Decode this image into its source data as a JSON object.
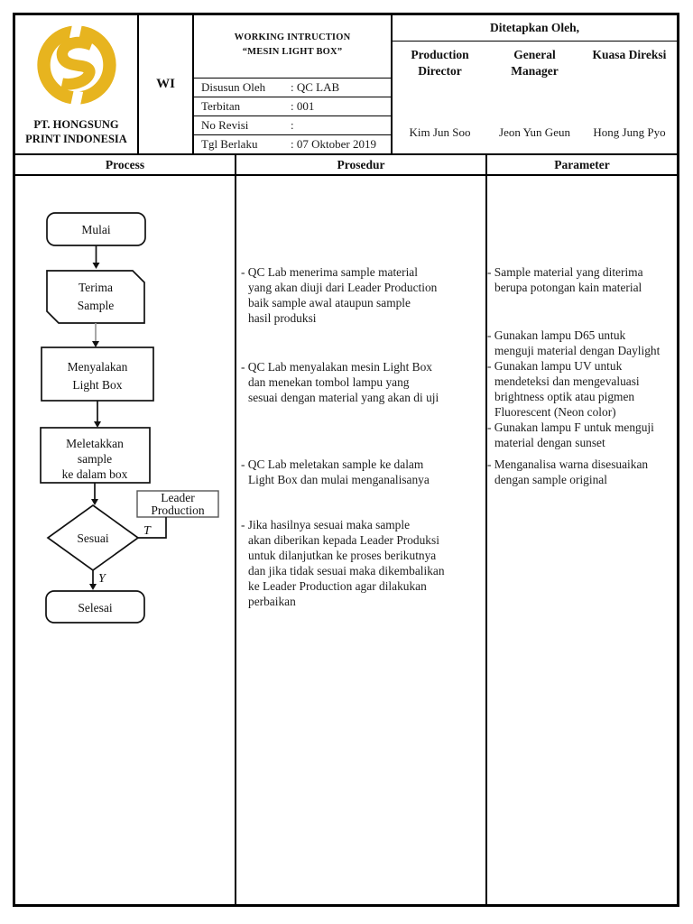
{
  "header": {
    "company_name": "PT. HONGSUNG\nPRINT INDONESIA",
    "logo_color": "#E7B41F",
    "doc_code": "WI",
    "title_line1": "WORKING INTRUCTION",
    "title_line2": "“MESIN LIGHT BOX”",
    "info_rows": [
      {
        "label": "Disusun Oleh",
        "value": ": QC LAB"
      },
      {
        "label": "Terbitan",
        "value": ": 001"
      },
      {
        "label": "No Revisi",
        "value": ":"
      },
      {
        "label": "Tgl Berlaku",
        "value": ": 07 Oktober 2019"
      }
    ],
    "approval_title": "Ditetapkan Oleh,",
    "approvers": [
      {
        "role": "Production Director",
        "name": "Kim Jun Soo"
      },
      {
        "role": "General Manager",
        "name": "Jeon Yun Geun"
      },
      {
        "role": "Kuasa Direksi",
        "name": "Hong Jung Pyo"
      }
    ]
  },
  "table_headers": {
    "col1": "Process",
    "col2": "Prosedur",
    "col3": "Parameter"
  },
  "flowchart": {
    "start": "Mulai",
    "receive": [
      "Terima",
      "Sample"
    ],
    "turn_on": [
      "Menyalakan",
      "Light Box"
    ],
    "place": [
      "Meletakkan",
      "sample",
      "ke dalam box"
    ],
    "decision": "Sesuai",
    "leader": [
      "Leader",
      "Production"
    ],
    "label_true": "T",
    "label_yes": "Y",
    "end": "Selesai"
  },
  "prosedur": {
    "p1": "- QC Lab menerima sample material\nyang akan diuji dari Leader Production\nbaik sample awal ataupun sample\nhasil produksi",
    "p2": "- QC Lab menyalakan mesin Light Box\ndan menekan tombol lampu yang\nsesuai dengan material yang akan di uji",
    "p3": "- QC Lab meletakan sample ke dalam\nLight Box dan mulai menganalisanya",
    "p4": "- Jika hasilnya sesuai maka sample\nakan diberikan kepada Leader Produksi\nuntuk dilanjutkan ke proses berikutnya\ndan jika tidak sesuai maka dikembalikan\nke Leader Production agar dilakukan\nperbaikan"
  },
  "parameter": {
    "p1": "- Sample material yang diterima\nberupa potongan kain material",
    "lamp_d65": "- Gunakan lampu D65 untuk\nmenguji material dengan Daylight",
    "lamp_uv": "- Gunakan lampu UV untuk\nmendeteksi dan mengevaluasi\nbrightness optik atau pigmen\nFluorescent (Neon color)",
    "lamp_f": "- Gunakan lampu F untuk menguji\nmaterial dengan sunset",
    "analyze": "- Menganalisa warna disesuaikan\ndengan sample original"
  }
}
